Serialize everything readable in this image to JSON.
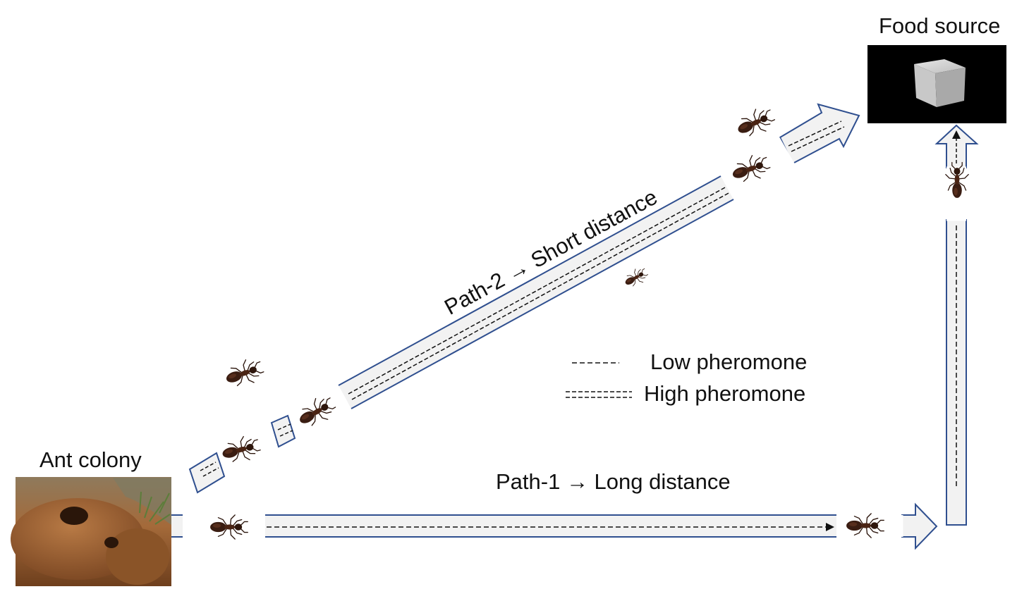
{
  "labels": {
    "food_source": "Food source",
    "ant_colony": "Ant colony",
    "path2": "Path-2 → Short distance",
    "path1": "Path-1 → Long distance"
  },
  "legend": {
    "low": "Low pheromone",
    "high": "High pheromone"
  },
  "colors": {
    "path_outline": "#2f4f8f",
    "path_fill": "#f2f2f2",
    "pheromone": "#111111",
    "food_bg": "#000000",
    "ant_body": "#3a1d12"
  },
  "icons": [
    "ant-icon",
    "sugar-cube-icon",
    "anthill-icon"
  ]
}
